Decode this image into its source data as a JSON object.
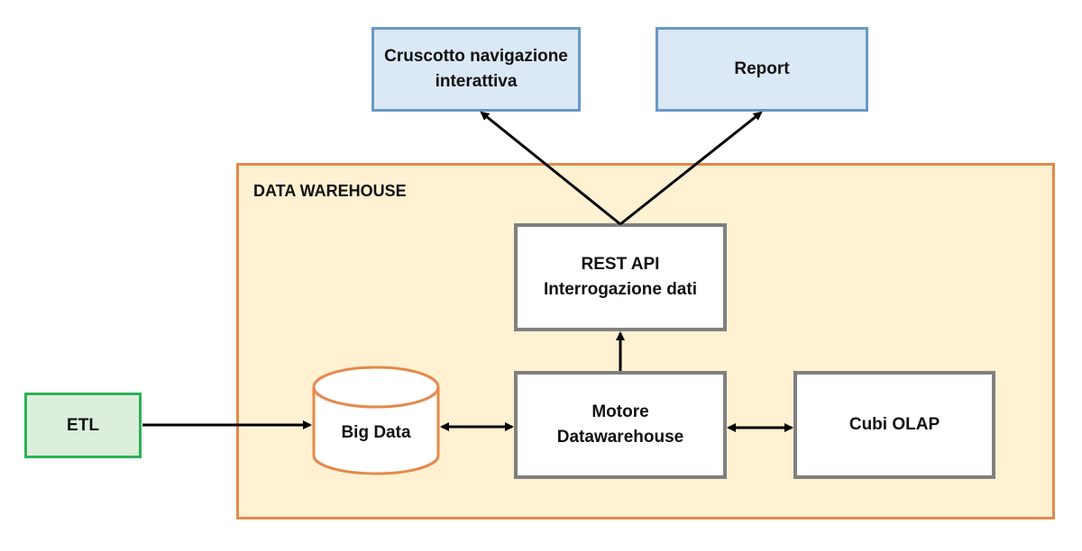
{
  "diagram": {
    "container": {
      "title": "DATA WAREHOUSE"
    },
    "nodes": {
      "cruscotto": {
        "line1": "Cruscotto navigazione",
        "line2": "interattiva"
      },
      "report": {
        "label": "Report"
      },
      "rest_api": {
        "line1": "REST API",
        "line2": "Interrogazione dati"
      },
      "motore": {
        "line1": "Motore",
        "line2": "Datawarehouse"
      },
      "cubi": {
        "label": "Cubi OLAP"
      },
      "big_data": {
        "label": "Big Data"
      },
      "etl": {
        "label": "ETL"
      }
    },
    "edges": [
      {
        "from": "ETL",
        "to": "Big Data",
        "direction": "forward"
      },
      {
        "from": "Big Data",
        "to": "Motore Datawarehouse",
        "direction": "bidirectional"
      },
      {
        "from": "Motore Datawarehouse",
        "to": "Cubi OLAP",
        "direction": "bidirectional"
      },
      {
        "from": "Motore Datawarehouse",
        "to": "REST API",
        "direction": "forward"
      },
      {
        "from": "REST API",
        "to": "Cruscotto navigazione interattiva",
        "direction": "forward"
      },
      {
        "from": "REST API",
        "to": "Report",
        "direction": "forward"
      }
    ],
    "colors": {
      "container_border": "#e4894a",
      "container_fill": "#fff1d2",
      "output_fill": "#dbe8f5",
      "output_border": "#6a98c6",
      "etl_fill": "#dcefdc",
      "etl_border": "#2fb057",
      "component_border": "#808080"
    }
  }
}
